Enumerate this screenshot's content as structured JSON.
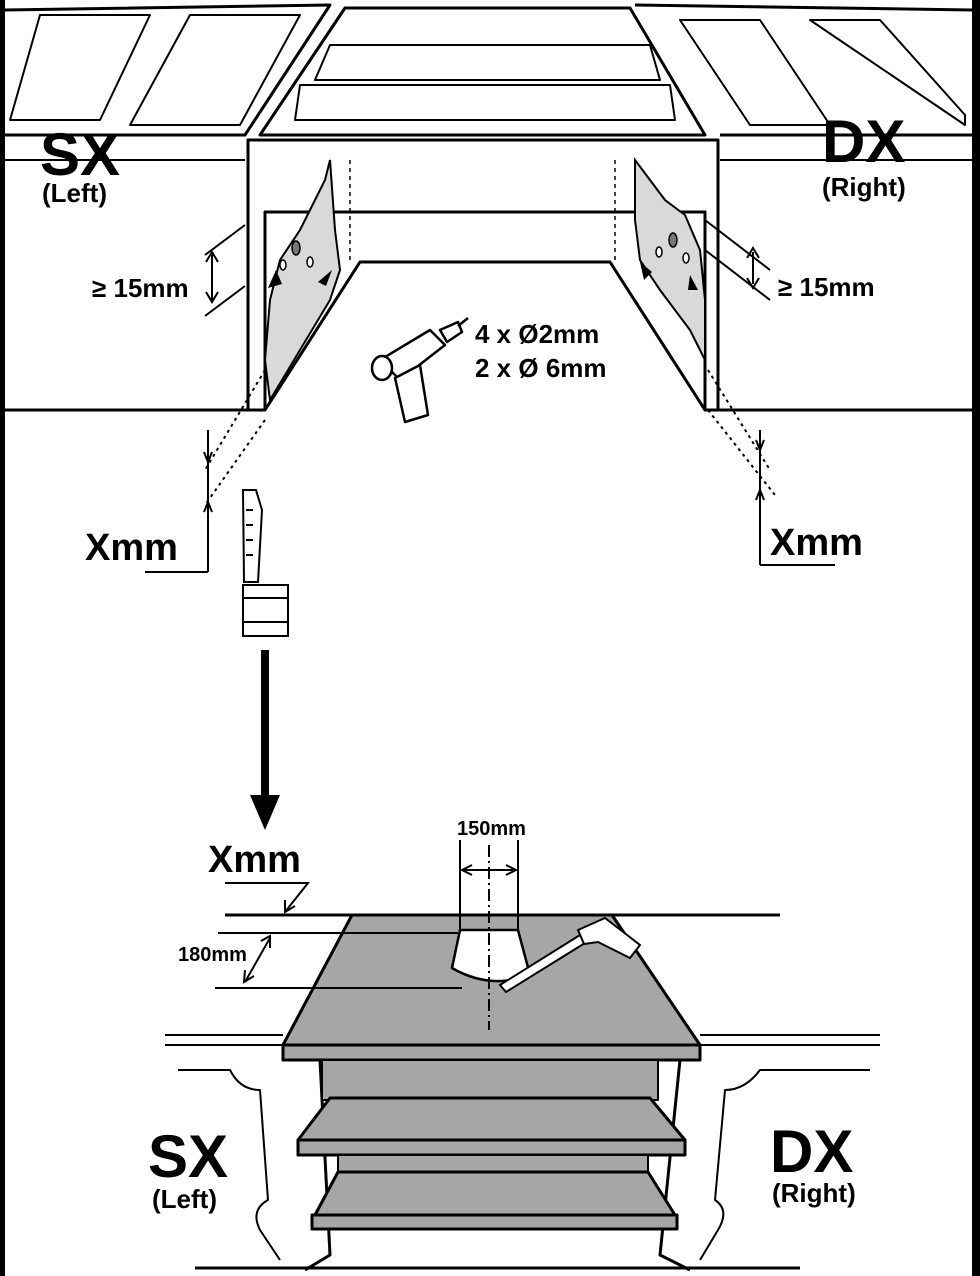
{
  "labels": {
    "top_left_side": "SX",
    "top_left_side_sub": "(Left)",
    "top_right_side": "DX",
    "top_right_side_sub": "(Right)",
    "left_min_gap": "≥ 15mm",
    "right_min_gap": "≥ 15mm",
    "drill_spec_1": "4 x Ø2mm",
    "drill_spec_2": "2 x Ø 6mm",
    "left_measure": "Xmm",
    "right_measure": "Xmm",
    "bottom_measure": "Xmm",
    "cutout_width": "150mm",
    "cutout_depth": "180mm",
    "bottom_left_side": "SX",
    "bottom_left_side_sub": "(Left)",
    "bottom_right_side": "DX",
    "bottom_right_side_sub": "(Right)"
  },
  "colors": {
    "background": "#000000",
    "panel": "#ffffff",
    "shade": "#d9d9d9",
    "surface_gray": "#a6a6a6",
    "line": "#000000"
  }
}
